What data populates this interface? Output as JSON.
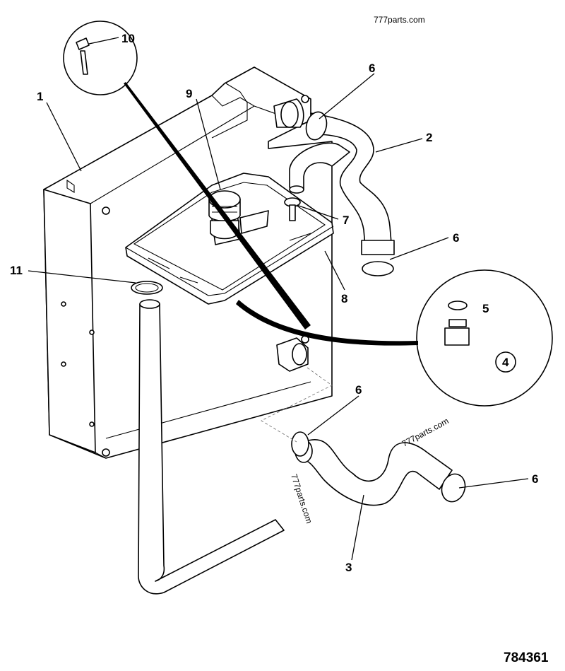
{
  "watermark": {
    "top": "777parts.com",
    "mid": "777parts.com",
    "lower": "777parts.com"
  },
  "drawing_number": "784361",
  "callouts": {
    "c1": "1",
    "c2": "2",
    "c3": "3",
    "c4": "4",
    "c5": "5",
    "c6a": "6",
    "c6b": "6",
    "c6c": "6",
    "c6d": "6",
    "c7": "7",
    "c8": "8",
    "c9": "9",
    "c10": "10",
    "c11": "11"
  }
}
